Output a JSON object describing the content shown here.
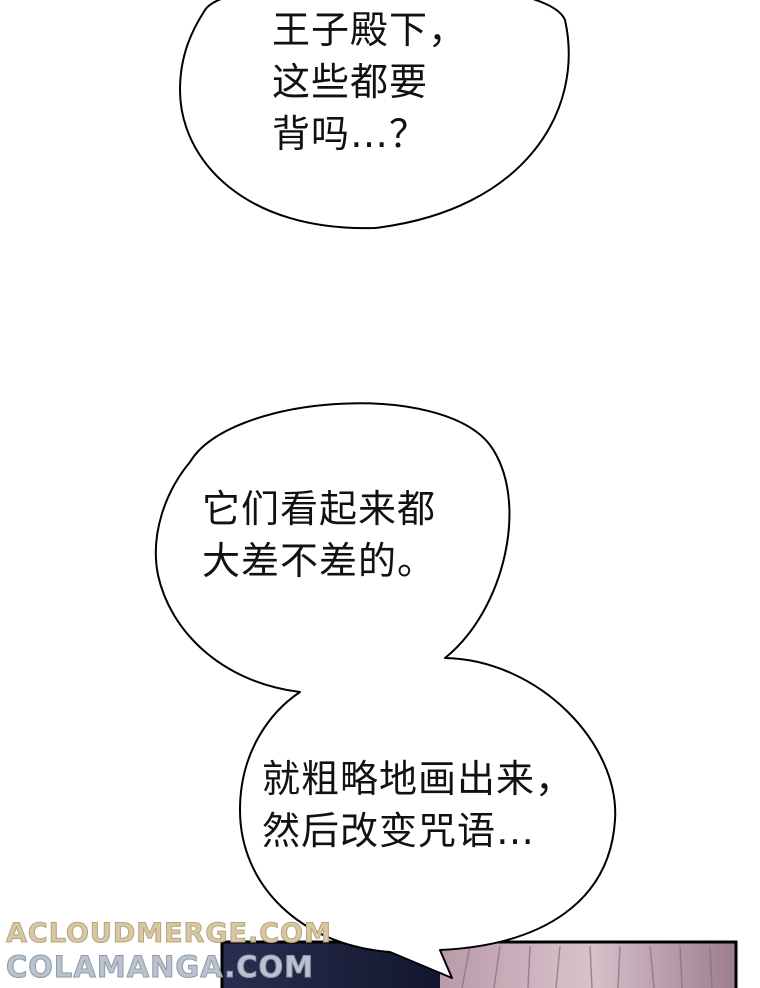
{
  "bubbles": [
    {
      "lines": [
        "王子殿下，",
        "这些都要",
        "背吗…？"
      ]
    },
    {
      "lines": [
        "它们看起来都",
        "大差不差的。"
      ]
    },
    {
      "lines": [
        "就粗略地画出来，",
        "然后改变咒语…"
      ]
    }
  ],
  "watermarks": [
    "ACLOUDMERGE.COM",
    "COLAMANGA.COM"
  ],
  "colors": {
    "background": "#ffffff",
    "outline": "#000000",
    "text": "#111111",
    "panel_dark": "#1b1f3a",
    "panel_light": "#c7a9b6"
  }
}
